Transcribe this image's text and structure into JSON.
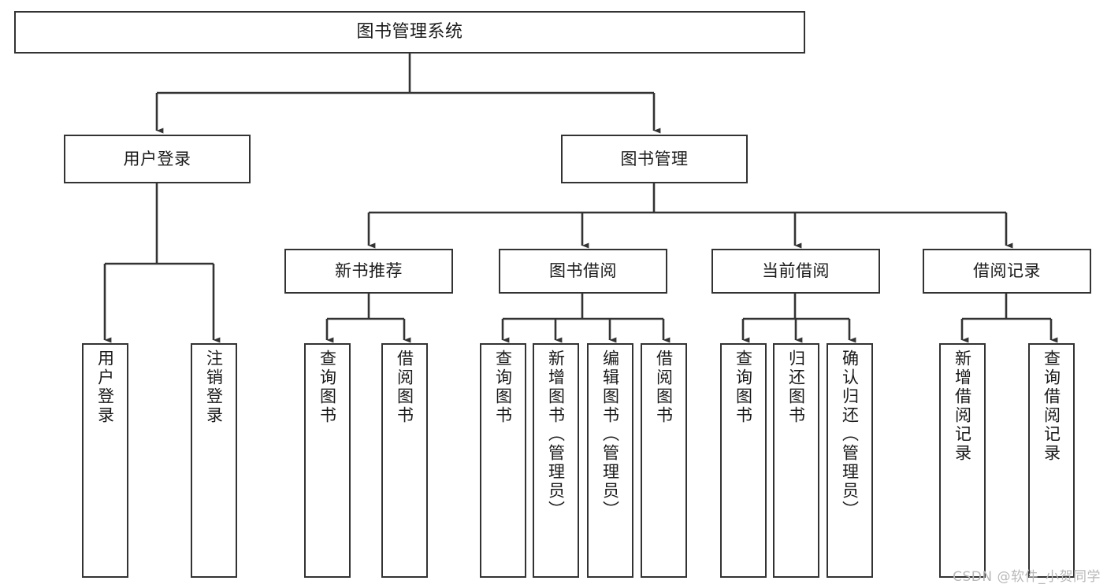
{
  "diagram": {
    "title": "图书管理系统",
    "type": "hierarchy-tree",
    "watermark": "CSDN @软件_小贺同学",
    "colors": {
      "box_border": "#333333",
      "box_fill": "#ffffff",
      "connector": "#333333",
      "text": "#1a1a1a",
      "watermark": "#b8b8b8"
    },
    "levels": [
      {
        "level": 1,
        "nodes": [
          {
            "id": "root",
            "label": "图书管理系统",
            "orientation": "horizontal"
          }
        ]
      },
      {
        "level": 2,
        "nodes": [
          {
            "id": "user-login",
            "label": "用户登录",
            "orientation": "horizontal",
            "parent": "root"
          },
          {
            "id": "book-manage",
            "label": "图书管理",
            "orientation": "horizontal",
            "parent": "root"
          }
        ]
      },
      {
        "level": 3,
        "nodes": [
          {
            "id": "new-book-rec",
            "label": "新书推荐",
            "orientation": "horizontal",
            "parent": "book-manage"
          },
          {
            "id": "book-borrow",
            "label": "图书借阅",
            "orientation": "horizontal",
            "parent": "book-manage"
          },
          {
            "id": "current-borrow",
            "label": "当前借阅",
            "orientation": "horizontal",
            "parent": "book-manage"
          },
          {
            "id": "borrow-record",
            "label": "借阅记录",
            "orientation": "horizontal",
            "parent": "book-manage"
          }
        ]
      },
      {
        "level": 4,
        "nodes": [
          {
            "id": "leaf-user-login",
            "label": "用户登录",
            "orientation": "vertical",
            "parent": "user-login"
          },
          {
            "id": "leaf-logout",
            "label": "注销登录",
            "orientation": "vertical",
            "parent": "user-login"
          },
          {
            "id": "leaf-query-book-1",
            "label": "查询图书",
            "orientation": "vertical",
            "parent": "new-book-rec"
          },
          {
            "id": "leaf-borrow-book-1",
            "label": "借阅图书",
            "orientation": "vertical",
            "parent": "new-book-rec"
          },
          {
            "id": "leaf-query-book-2",
            "label": "查询图书",
            "orientation": "vertical",
            "parent": "book-borrow"
          },
          {
            "id": "leaf-add-book",
            "label": "新增图书（管理员）",
            "orientation": "vertical",
            "parent": "book-borrow"
          },
          {
            "id": "leaf-edit-book",
            "label": "编辑图书（管理员）",
            "orientation": "vertical",
            "parent": "book-borrow"
          },
          {
            "id": "leaf-borrow-book-2",
            "label": "借阅图书",
            "orientation": "vertical",
            "parent": "book-borrow"
          },
          {
            "id": "leaf-query-book-3",
            "label": "查询图书",
            "orientation": "vertical",
            "parent": "current-borrow"
          },
          {
            "id": "leaf-return-book",
            "label": "归还图书",
            "orientation": "vertical",
            "parent": "current-borrow"
          },
          {
            "id": "leaf-confirm-return",
            "label": "确认归还（管理员）",
            "orientation": "vertical",
            "parent": "current-borrow"
          },
          {
            "id": "leaf-add-record",
            "label": "新增借阅记录",
            "orientation": "vertical",
            "parent": "borrow-record"
          },
          {
            "id": "leaf-query-record",
            "label": "查询借阅记录",
            "orientation": "vertical",
            "parent": "borrow-record"
          }
        ]
      }
    ]
  }
}
